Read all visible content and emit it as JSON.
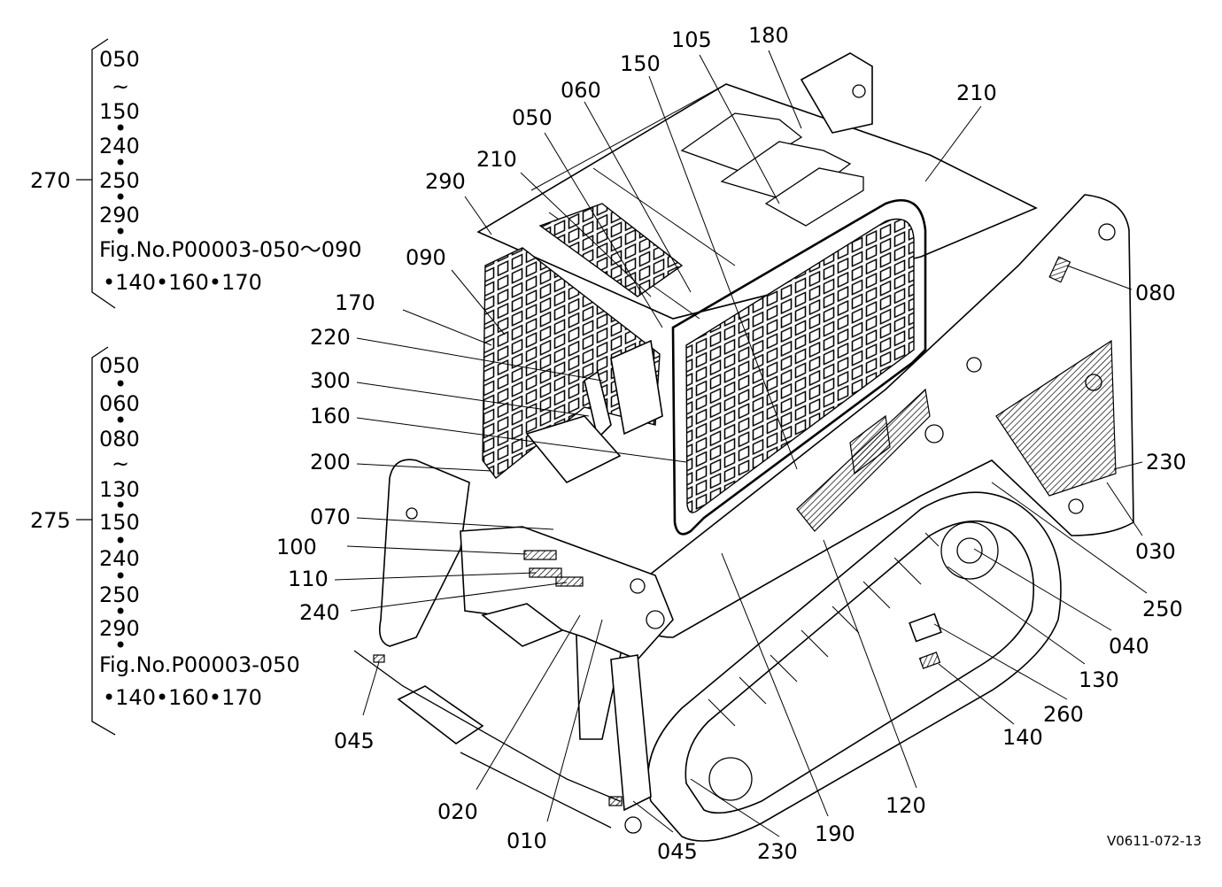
{
  "group_270": {
    "number": "270",
    "items": [
      "050",
      "~",
      "150",
      "•",
      "240",
      "•",
      "250",
      "•",
      "290",
      "•"
    ],
    "fig": "Fig.No.P00003-050～090",
    "fig_sub": "•140•160•170"
  },
  "group_275": {
    "number": "275",
    "items": [
      "050",
      "•",
      "060",
      "•",
      "080",
      "~",
      "130",
      "•",
      "150",
      "•",
      "240",
      "•",
      "250",
      "•",
      "290",
      "•"
    ],
    "fig": "Fig.No.P00003-050",
    "fig_sub": "•140•160•170"
  },
  "callouts": [
    "180",
    "105",
    "150",
    "060",
    "050",
    "210",
    "290",
    "210",
    "090",
    "080",
    "170",
    "220",
    "300",
    "160",
    "200",
    "070",
    "100",
    "110",
    "240",
    "230",
    "030",
    "250",
    "040",
    "130",
    "260",
    "140",
    "045",
    "020",
    "010",
    "045",
    "230",
    "190",
    "120"
  ],
  "drawing_code": "V0611-072-13"
}
